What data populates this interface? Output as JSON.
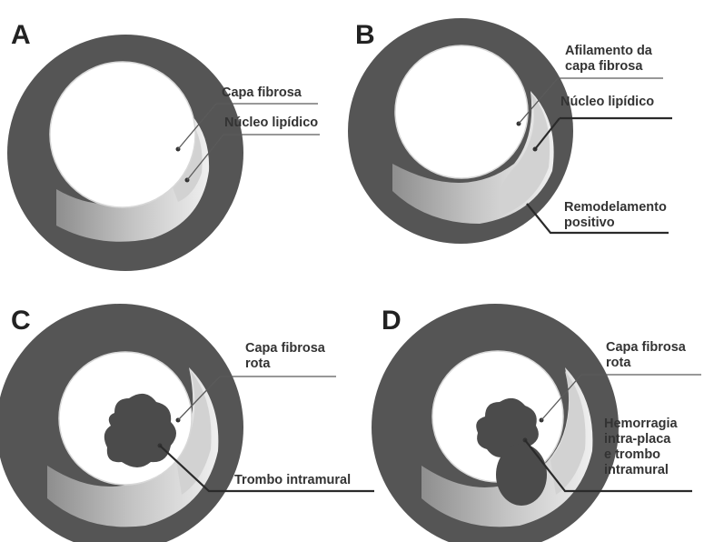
{
  "panels": [
    {
      "letter": "A",
      "labels": [
        "Capa fibrosa",
        "Núcleo lipídico"
      ]
    },
    {
      "letter": "B",
      "labels": [
        "Afilamento da",
        "capa fibrosa",
        "Núcleo lipídico",
        "Remodelamento",
        "positivo"
      ]
    },
    {
      "letter": "C",
      "labels": [
        "Capa fibrosa",
        "rota",
        "Trombo intramural"
      ]
    },
    {
      "letter": "D",
      "labels": [
        "Capa fibrosa",
        "rota",
        "Hemorragia",
        "intra-placa",
        "e trombo",
        "intramural"
      ]
    }
  ],
  "colors": {
    "wall": "#555555",
    "lumen": "#ffffff",
    "cap_light": "#f2f2f2",
    "cap_dark": "#9a9a9a",
    "core": "#d2d2d2",
    "thrombus": "#4b4b4b"
  }
}
